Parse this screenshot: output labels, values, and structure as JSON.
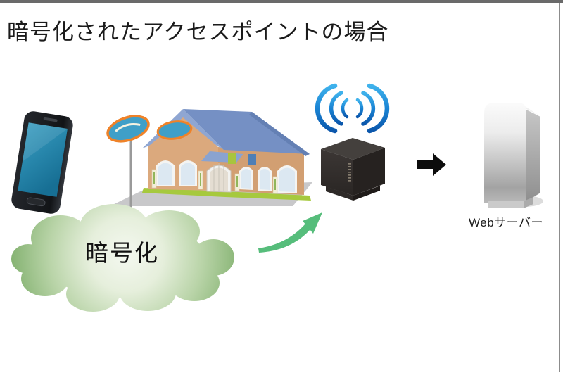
{
  "page": {
    "title": "暗号化されたアクセスポイントの場合"
  },
  "diagram": {
    "cloud_label": "暗号化",
    "server_label": "Webサーバー",
    "icons": {
      "smartphone": "smartphone-icon",
      "shop_building": "shop-building-icon",
      "wifi_waves": "wifi-waves-icon",
      "access_point": "access-point-icon",
      "flow_arrow": "right-arrow-icon",
      "web_server": "web-server-icon",
      "encryption_arrow": "curved-arrow-icon"
    },
    "colors": {
      "top_border": "#6a6a6a",
      "right_border": "#8c8c8c",
      "title_text": "#1b1b1b",
      "cloud_center_green": "#f4f8f0",
      "cloud_edge_green": "#84b271",
      "curved_arrow_green": "#56bd7b",
      "wifi_blue_light": "#3fb2ec",
      "wifi_blue_dark": "#0b57ac",
      "flow_arrow_black": "#0c0c0c",
      "roof_blue": "#7590c4",
      "wall_brick": "#dba97d",
      "grass_green": "#a6c93e",
      "sign_teal": "#3f9fc8",
      "sign_orange": "#ef8228",
      "phone_screen_teal": "#2e8fb4",
      "access_point_body": "#332e2c",
      "server_gray": "#c2c2c2"
    }
  }
}
